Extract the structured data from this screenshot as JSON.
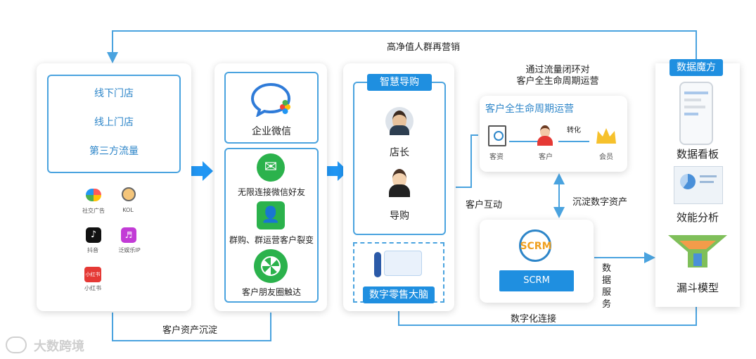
{
  "top_loop_label": "高净值人群再营销",
  "bottom_left_label": "客户资产沉淀",
  "channels": {
    "items": [
      "线下门店",
      "线上门店",
      "第三方流量"
    ],
    "platforms": [
      "社交广告",
      "KOL",
      "抖音",
      "泛娱乐IP",
      "小红书"
    ],
    "xiaohongshu_logo": "小红书"
  },
  "wecom": {
    "title": "企业微信",
    "features": [
      "无限连接微信好友",
      "群购、群运营客户裂变",
      "客户朋友圈触达"
    ]
  },
  "smart_guide": {
    "tag": "智慧导购",
    "roles": [
      "店长",
      "导购"
    ],
    "brain_tag": "数字零售大脑"
  },
  "lifecycle": {
    "heading": "通过流量闭环对\n客户全生命周期运营",
    "title": "客户全生命周期运营",
    "steps": [
      "客资",
      "客户",
      "会员"
    ],
    "convert": "转化"
  },
  "interaction_label": "客户互动",
  "deposit_label": "沉淀数字资产",
  "scrm": {
    "logo": "SCRM",
    "button": "SCRM"
  },
  "data_service_label": "数据服务",
  "digital_link_label": "数字化连接",
  "data_magic": {
    "tag": "数据魔方",
    "items": [
      "数据看板",
      "效能分析",
      "漏斗模型"
    ]
  },
  "watermark": "大数跨境",
  "colors": {
    "accent": "#1f8fe0",
    "line": "#4aa3df",
    "arrow": "#2196f3"
  }
}
